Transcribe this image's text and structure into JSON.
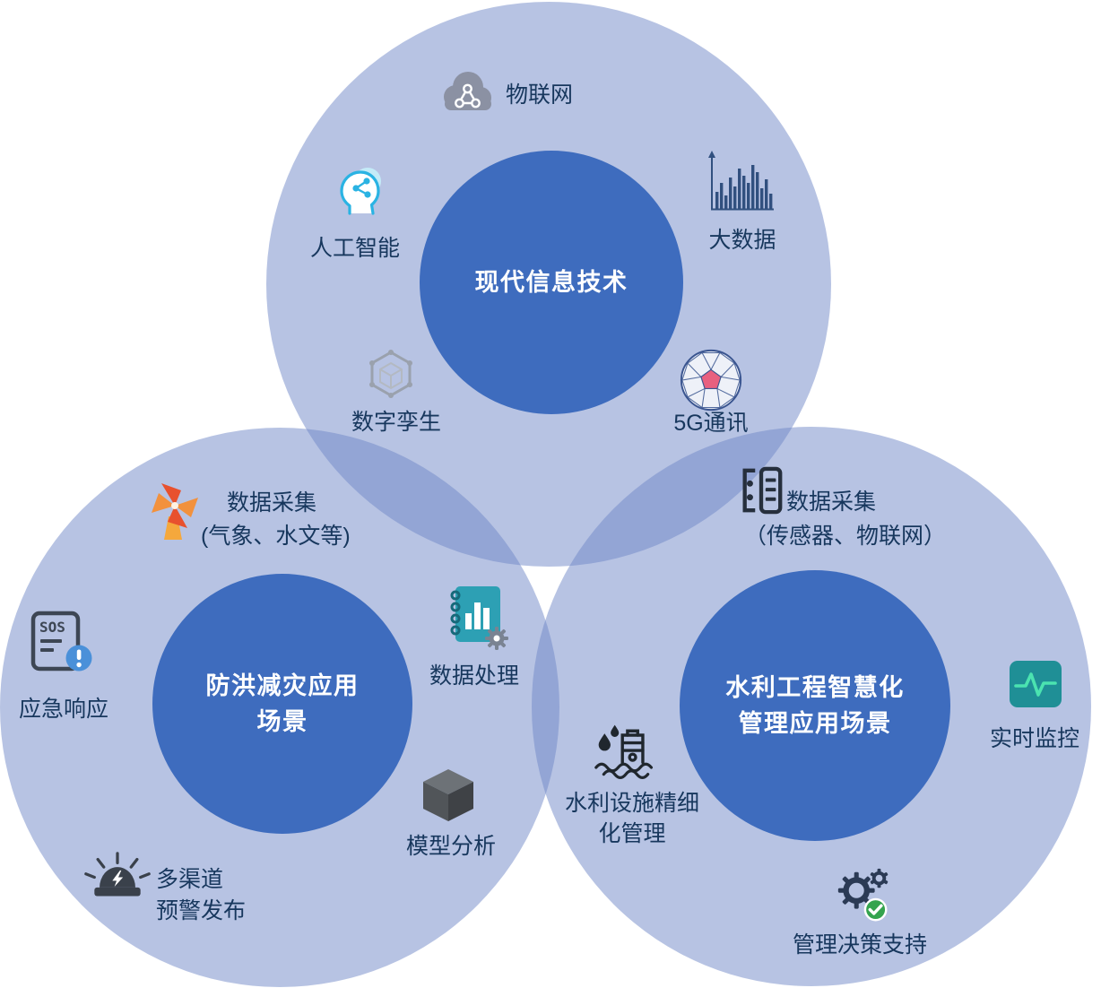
{
  "circles": {
    "tech": {
      "title": "现代信息技术"
    },
    "flood": {
      "title_line1": "防洪减灾应用",
      "title_line2": "场景"
    },
    "water": {
      "title_line1": "水利工程智慧化",
      "title_line2": "管理应用场景"
    }
  },
  "tech_items": {
    "iot": {
      "label": "物联网",
      "icon": "cloud-network-icon"
    },
    "ai": {
      "label": "人工智能",
      "icon": "head-network-icon"
    },
    "big_data": {
      "label": "大数据",
      "icon": "bar-histogram-icon"
    },
    "digital_twin": {
      "label": "数字孪生",
      "icon": "wireframe-cube-icon"
    },
    "five_g": {
      "label": "5G通讯",
      "icon": "network-sphere-icon"
    }
  },
  "flood_items": {
    "data_collection": {
      "label_line1": "数据采集",
      "label_line2": "(气象、水文等)",
      "icon": "windmill-icon"
    },
    "emergency_response": {
      "label": "应急响应",
      "icon_text": "SOS",
      "icon": "sos-document-icon"
    },
    "data_processing": {
      "label": "数据处理",
      "icon": "notebook-chart-gear-icon"
    },
    "model_analysis": {
      "label": "模型分析",
      "icon": "cube-3d-icon"
    },
    "warning_release": {
      "label_line1": "多渠道",
      "label_line2": "预警发布",
      "icon": "siren-icon"
    }
  },
  "water_items": {
    "data_collection": {
      "label_line1": "数据采集",
      "label_line2": "（传感器、物联网）",
      "icon": "sensor-list-icon"
    },
    "realtime_monitoring": {
      "label": "实时监控",
      "icon": "monitor-pulse-icon"
    },
    "facility_management": {
      "label_line1": "水利设施精细",
      "label_line2": "化管理",
      "icon": "water-facility-icon"
    },
    "decision_support": {
      "label": "管理决策支持",
      "icon": "gears-check-icon"
    }
  },
  "colors": {
    "background": "#ffffff",
    "circle_fill": "#b7c3e3",
    "circle_overlap": "#93a7cb",
    "inner_circle": "#3e6cbe",
    "inner_text": "#ffffff",
    "label_text": "#17375d",
    "accent_cyan": "#2ab3e3",
    "accent_orange": "#e8512e",
    "accent_amber": "#f5a83c",
    "accent_pink": "#e8607f",
    "accent_teal": "#2da0b4",
    "accent_green": "#34a34e",
    "accent_blue": "#4a90d9"
  }
}
